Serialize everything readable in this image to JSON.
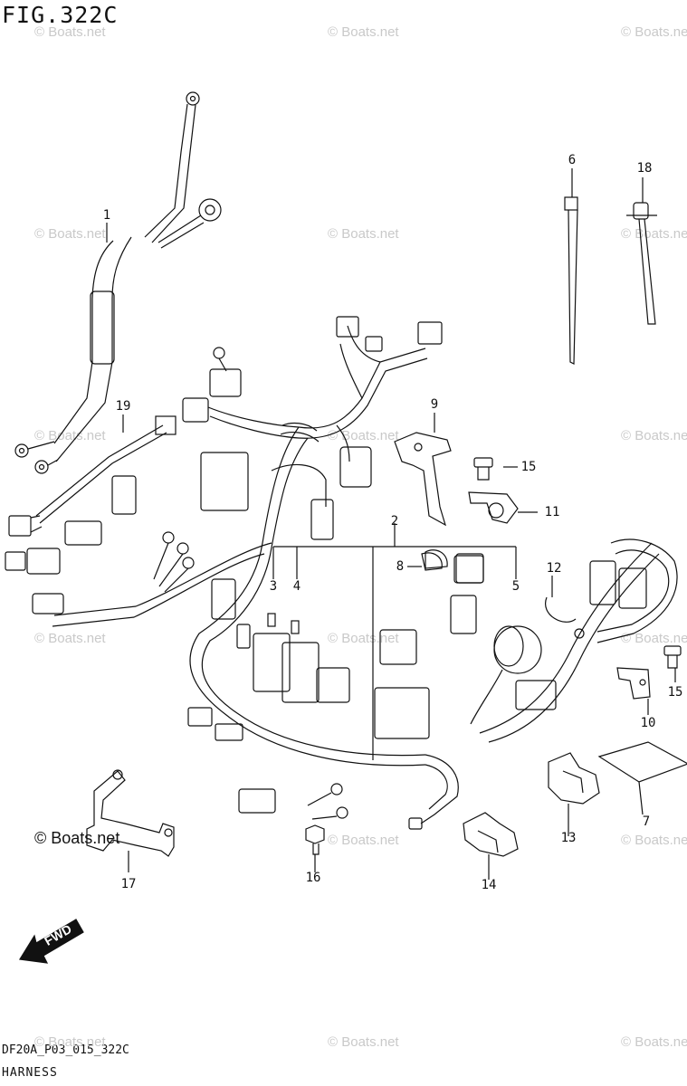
{
  "figure": {
    "title": "FIG.322C",
    "drawing_code": "DF20A_P03_015_322C",
    "name": "HARNESS"
  },
  "watermark": {
    "text": "© Boats.net",
    "dark_text": "© Boats.net"
  },
  "fwd_label": "FWD",
  "callouts": {
    "c1": "1",
    "c2": "2",
    "c3": "3",
    "c4": "4",
    "c5": "5",
    "c6": "6",
    "c7": "7",
    "c8": "8",
    "c9": "9",
    "c10": "10",
    "c11": "11",
    "c12": "12",
    "c13": "13",
    "c14": "14",
    "c15a": "15",
    "c15b": "15",
    "c16": "16",
    "c17": "17",
    "c18": "18",
    "c19": "19"
  }
}
